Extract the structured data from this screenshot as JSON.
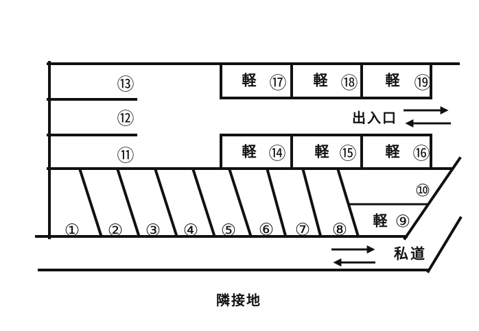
{
  "diagram": {
    "kei_label": "軽",
    "entrance_label": "出入口",
    "private_road_label": "私道",
    "adjacent_land_label": "隣接地",
    "spaces": [
      {
        "number": 1,
        "glyph": "①",
        "kei": false
      },
      {
        "number": 2,
        "glyph": "②",
        "kei": false
      },
      {
        "number": 3,
        "glyph": "③",
        "kei": false
      },
      {
        "number": 4,
        "glyph": "④",
        "kei": false
      },
      {
        "number": 5,
        "glyph": "⑤",
        "kei": false
      },
      {
        "number": 6,
        "glyph": "⑥",
        "kei": false
      },
      {
        "number": 7,
        "glyph": "⑦",
        "kei": false
      },
      {
        "number": 8,
        "glyph": "⑧",
        "kei": false
      },
      {
        "number": 9,
        "glyph": "⑨",
        "kei": true
      },
      {
        "number": 10,
        "glyph": "⑩",
        "kei": false
      },
      {
        "number": 11,
        "glyph": "⑪",
        "kei": false
      },
      {
        "number": 12,
        "glyph": "⑫",
        "kei": false
      },
      {
        "number": 13,
        "glyph": "⑬",
        "kei": false
      },
      {
        "number": 14,
        "glyph": "⑭",
        "kei": true
      },
      {
        "number": 15,
        "glyph": "⑮",
        "kei": true
      },
      {
        "number": 16,
        "glyph": "⑯",
        "kei": true
      },
      {
        "number": 17,
        "glyph": "⑰",
        "kei": true
      },
      {
        "number": 18,
        "glyph": "⑱",
        "kei": true
      },
      {
        "number": 19,
        "glyph": "⑲",
        "kei": true
      }
    ]
  }
}
